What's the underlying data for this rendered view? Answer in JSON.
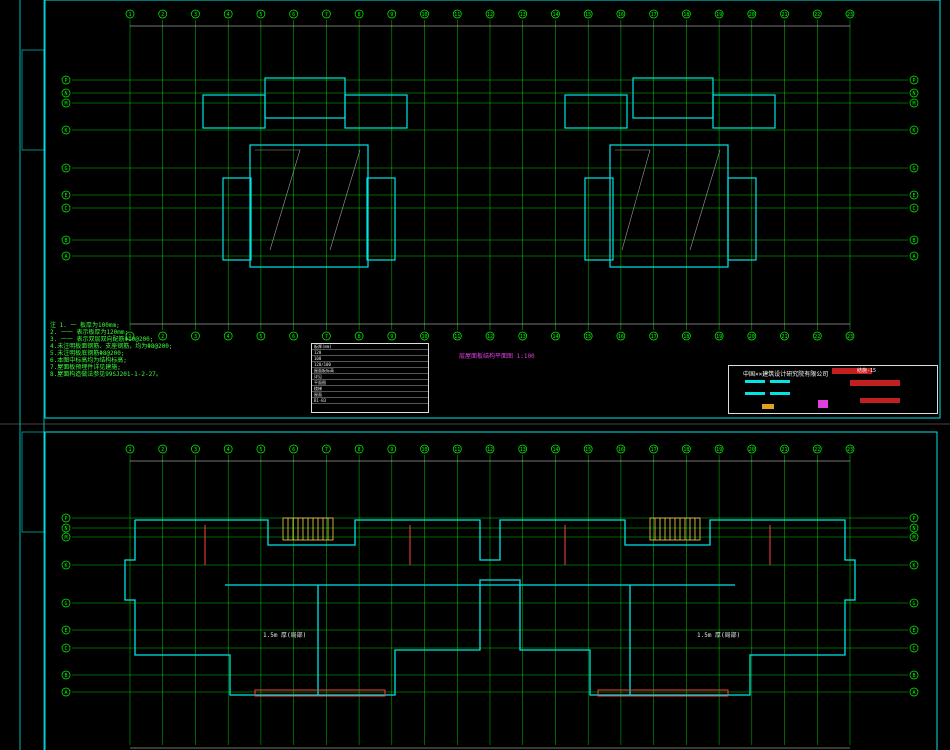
{
  "drawing": {
    "upper_title": "层屋面板结构平面图 1:100",
    "notes": [
      "注 1. 一 板厚为100mm;",
      "2. 一一 表示板厚为120mm;",
      "3. 一一 表示双层双向配筋Φ10@200;",
      "4.未注明板面钢筋、支座钢筋，均为Φ8@200;",
      "5.未注明板底钢筋Φ8@200;",
      "6.本图中标高均为结构标高;",
      "7.屋面板预埋件详见建施;",
      "8.屋面构造做法参见99SJ201-1-2-27。"
    ],
    "legend_rows": [
      "板厚(mm)",
      "120",
      "100",
      "120/100",
      "屋面板标高",
      "详见",
      "平面图",
      "楼梯",
      "屋面",
      "B1-B3"
    ],
    "room_label": "1.5m 厚(局部)",
    "titleblock": {
      "company": "中国××建筑设计研究院有限公司",
      "drawing_no": "结施-15"
    },
    "axes": {
      "horizontal": [
        "1",
        "2",
        "3",
        "4",
        "5",
        "6",
        "7",
        "8",
        "9",
        "10",
        "11",
        "12",
        "13",
        "14",
        "15",
        "16",
        "17",
        "18",
        "19",
        "20",
        "21",
        "22",
        "23"
      ],
      "vertical": [
        "P",
        "N",
        "M",
        "K",
        "G",
        "E",
        "C",
        "B",
        "A"
      ]
    },
    "colors": {
      "background": "#000000",
      "axis": "#00ff00",
      "wall": "#00e5e5",
      "column": "#ff4040",
      "text": "#e8e8e8"
    }
  }
}
